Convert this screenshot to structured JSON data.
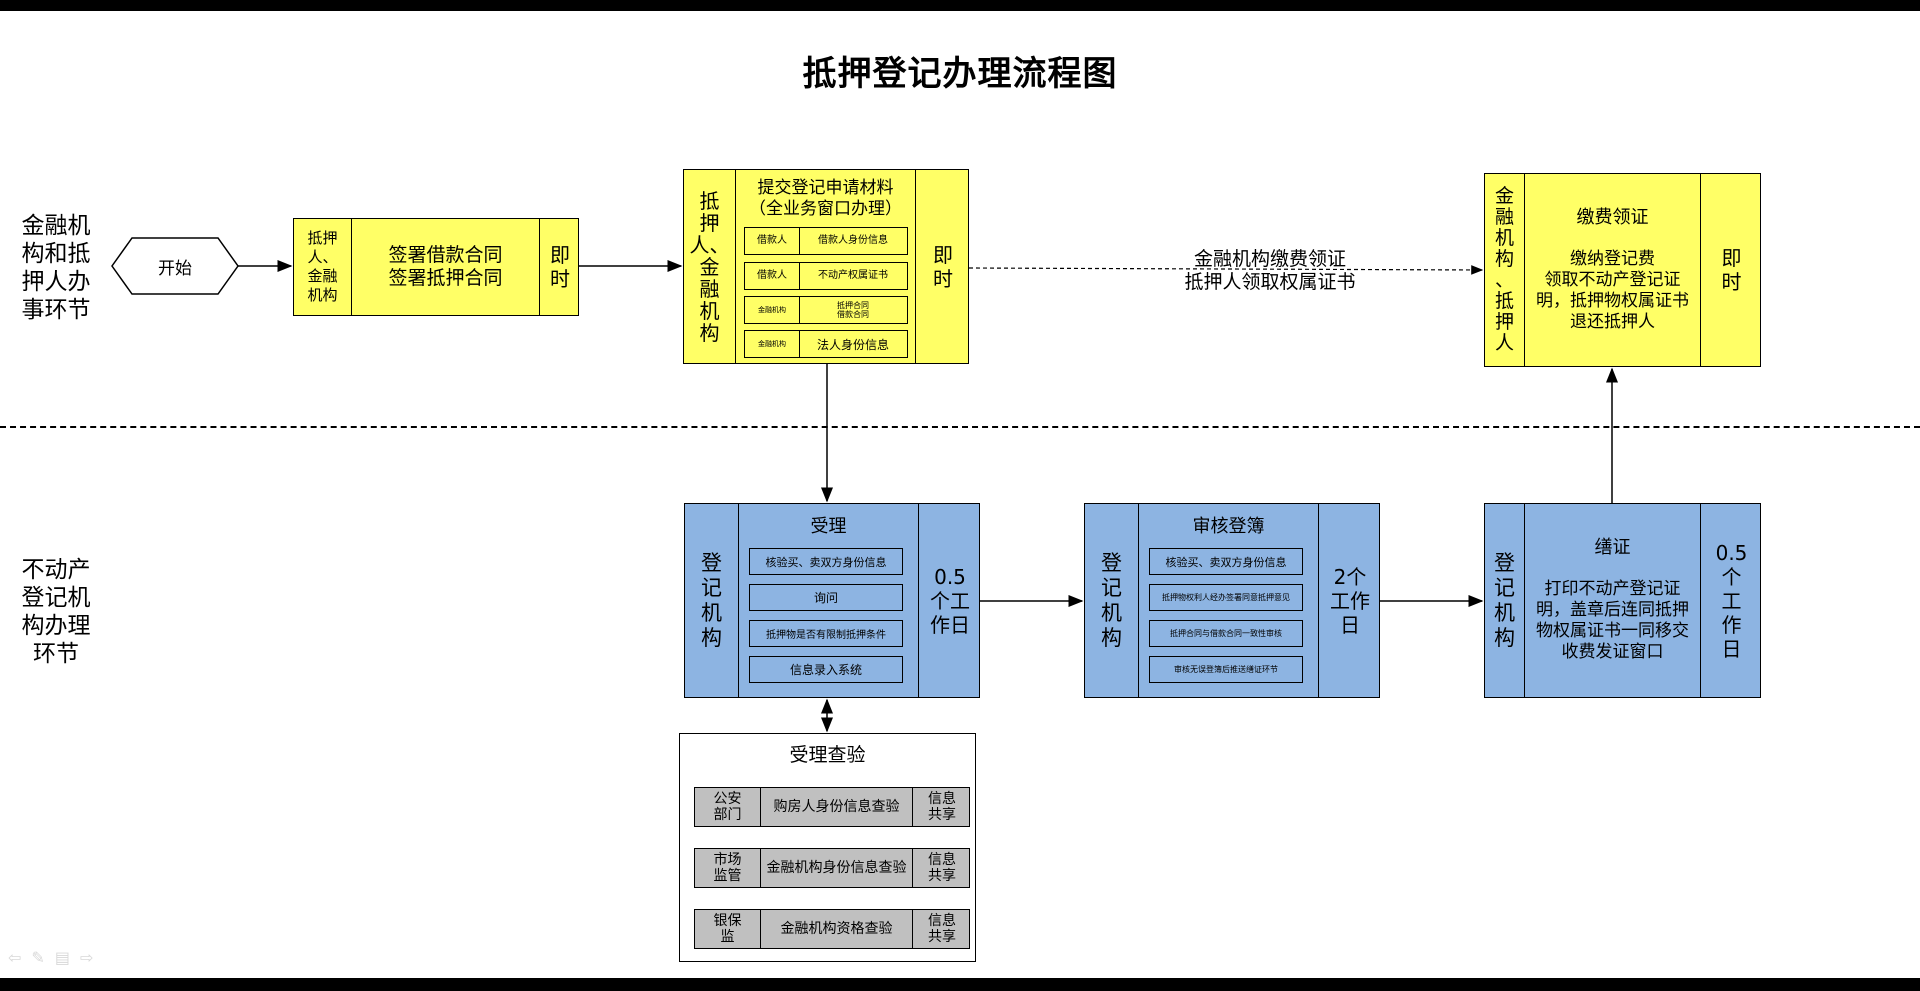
{
  "title": "抵押登记办理流程图",
  "lanes": {
    "top": "金融机\n构和抵\n押人办\n事环节",
    "bottom": "不动产\n登记机\n构办理\n环节"
  },
  "start": "开始",
  "sign": {
    "actor": "抵押\n人、\n金融\n机构",
    "content": "签署借款合同\n签署抵押合同",
    "time": "即\n时"
  },
  "submit": {
    "actor": "抵\n押\n人、\n金\n融\n机\n构",
    "header": "提交登记申请材料\n（全业务窗口办理）",
    "rows": [
      {
        "a": "借款人",
        "b": "借款人身份信息"
      },
      {
        "a": "借款人",
        "b": "不动产权属证书"
      },
      {
        "a": "金融机构",
        "b": "抵押合同\n借款合同"
      },
      {
        "a": "金融机构",
        "b": "法人身份信息"
      }
    ],
    "time": "即\n时"
  },
  "flow_label": "金融机构缴费领证\n抵押人领取权属证书",
  "pay": {
    "actor": "金\n融\n机\n构\n、\n抵\n押\n人",
    "header": "缴费领证",
    "content": "缴纳登记费\n领取不动产登记证明，抵押物权属证书退还抵押人",
    "time": "即\n时"
  },
  "accept": {
    "actor": "登\n记\n机\n构",
    "header": "受理",
    "rows": [
      "核验买、卖双方身份信息",
      "询问",
      "抵押物是否有限制抵押条件",
      "信息录入系统"
    ],
    "time": "0.5\n个工\n作日"
  },
  "review": {
    "actor": "登\n记\n机\n构",
    "header": "审核登簿",
    "rows": [
      "核验买、卖双方身份信息",
      "抵押物权利人经办签署同意抵押意见",
      "抵押合同与借款合同一致性审核",
      "审核无误登簿后推送缮证环节"
    ],
    "time": "2个\n工作\n日"
  },
  "certify": {
    "actor": "登\n记\n机\n构",
    "header": "缮证",
    "content": "打印不动产登记证明，盖章后连同抵押物权属证书一同移交收费发证窗口",
    "time": "0.5\n个\n工\n作\n日"
  },
  "check": {
    "header": "受理查验",
    "rows": [
      {
        "dept": "公安\n部门",
        "item": "购房人身份信息查验",
        "mode": "信息\n共享"
      },
      {
        "dept": "市场\n监管",
        "item": "金融机构身份信息查验",
        "mode": "信息\n共享"
      },
      {
        "dept": "银保\n监",
        "item": "金融机构资格查验",
        "mode": "信息\n共享"
      }
    ]
  },
  "colors": {
    "yellow": "#ffff66",
    "blue": "#8db4e2",
    "gray": "#c0c0c0"
  }
}
